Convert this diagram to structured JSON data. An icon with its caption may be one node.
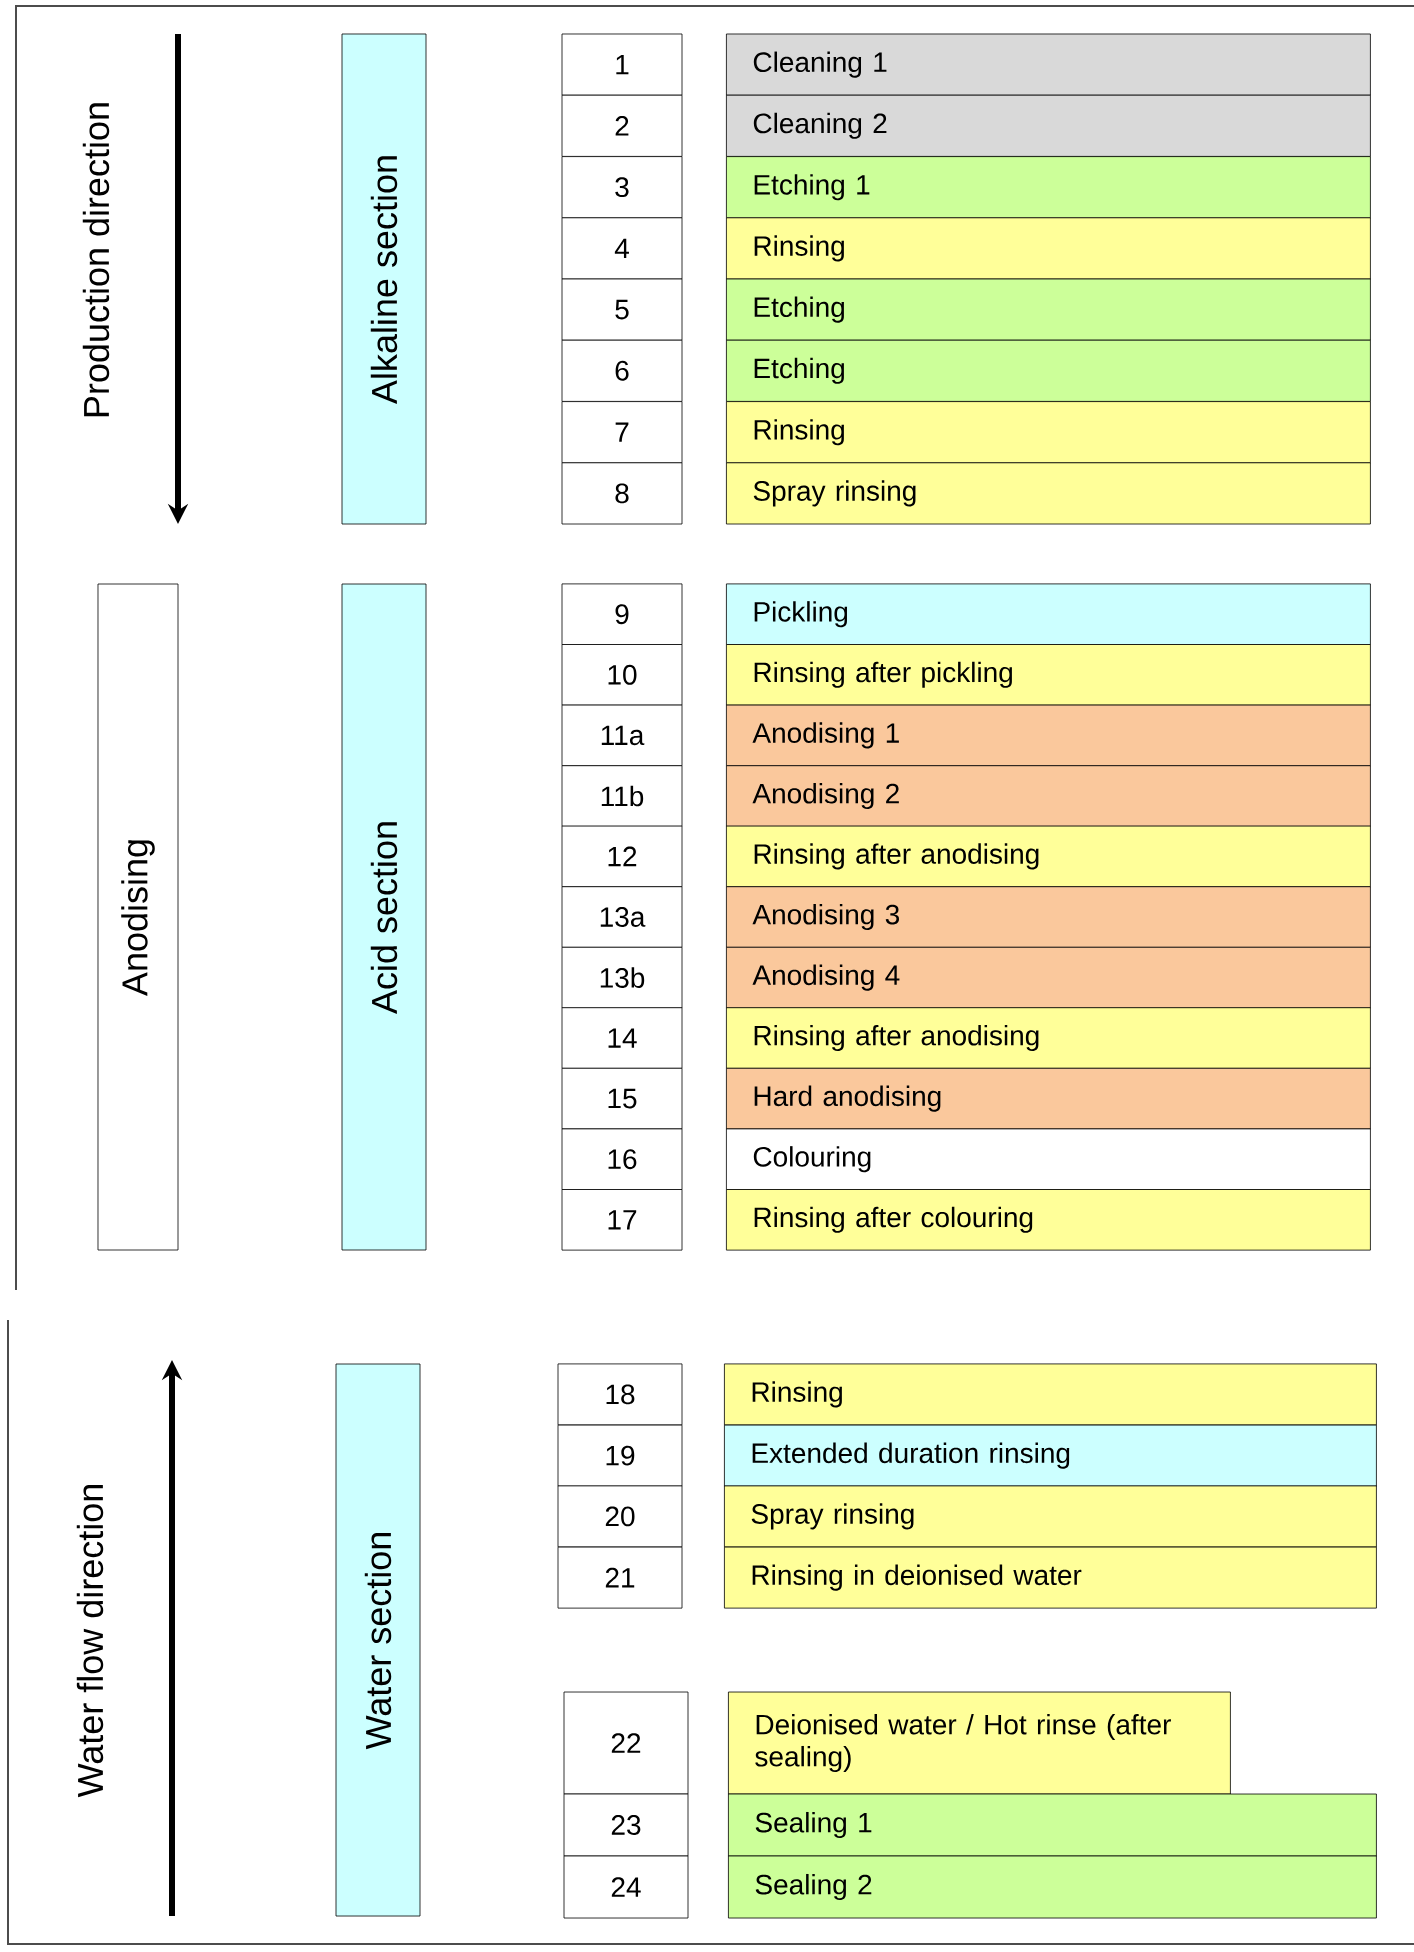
{
  "diagram": {
    "nodes": [
      {
        "text": [
          "Alkaline section"
        ]
      },
      {
        "text": [
          "1"
        ]
      },
      {
        "text": [
          "Cleaning  1"
        ]
      },
      {
        "text": [
          "2"
        ]
      },
      {
        "text": [
          "Cleaning  2"
        ]
      },
      {
        "text": [
          "3"
        ]
      },
      {
        "text": [
          "Etching 1"
        ]
      },
      {
        "text": [
          "4"
        ]
      },
      {
        "text": [
          "Rinsing"
        ]
      },
      {
        "text": [
          "5"
        ]
      },
      {
        "text": [
          "Etching"
        ]
      },
      {
        "text": [
          "6"
        ]
      },
      {
        "text": [
          "Etching"
        ]
      },
      {
        "text": [
          "7"
        ]
      },
      {
        "text": [
          "Rinsing"
        ]
      },
      {
        "text": [
          "8"
        ]
      },
      {
        "text": [
          "Spray rinsing"
        ]
      },
      {
        "text": [
          "Anodising"
        ]
      },
      {
        "text": [
          "Acid section"
        ]
      },
      {
        "text": [
          "9"
        ]
      },
      {
        "text": [
          "Pickling"
        ]
      },
      {
        "text": [
          "10"
        ]
      },
      {
        "text": [
          "Rinsing after pickling"
        ]
      },
      {
        "text": [
          "11a"
        ]
      },
      {
        "text": [
          "Anodising 1"
        ]
      },
      {
        "text": [
          "11b"
        ]
      },
      {
        "text": [
          "Anodising 2"
        ]
      },
      {
        "text": [
          "12"
        ]
      },
      {
        "text": [
          "Rinsing after anodising"
        ]
      },
      {
        "text": [
          "13a"
        ]
      },
      {
        "text": [
          "Anodising 3"
        ]
      },
      {
        "text": [
          "13b"
        ]
      },
      {
        "text": [
          "Anodising 4"
        ]
      },
      {
        "text": [
          "14"
        ]
      },
      {
        "text": [
          "Rinsing after anodising"
        ]
      },
      {
        "text": [
          "15"
        ]
      },
      {
        "text": [
          "Hard anodising"
        ]
      },
      {
        "text": [
          "16"
        ]
      },
      {
        "text": [
          "Colouring"
        ]
      },
      {
        "text": [
          "17"
        ]
      },
      {
        "text": [
          "Rinsing after colouring"
        ]
      },
      {
        "text": [
          "Water section"
        ]
      },
      {
        "text": [
          "18"
        ]
      },
      {
        "text": [
          "Rinsing"
        ]
      },
      {
        "text": [
          "19"
        ]
      },
      {
        "text": [
          "Extended duration rinsing"
        ]
      },
      {
        "text": [
          "20"
        ]
      },
      {
        "text": [
          "Spray rinsing"
        ]
      },
      {
        "text": [
          "21"
        ]
      },
      {
        "text": [
          "Rinsing in deionised water"
        ]
      },
      {
        "text": [
          "22"
        ]
      },
      {
        "text": [
          "Deionised water / Hot rinse (after sealing)"
        ]
      },
      {
        "text": [
          "23"
        ]
      },
      {
        "text": [
          "Sealing 1"
        ]
      },
      {
        "text": [
          "24"
        ]
      },
      {
        "text": [
          "Sealing 2"
        ]
      }
    ],
    "labels": [
      "Production direction",
      "Water flow direction"
    ]
  }
}
